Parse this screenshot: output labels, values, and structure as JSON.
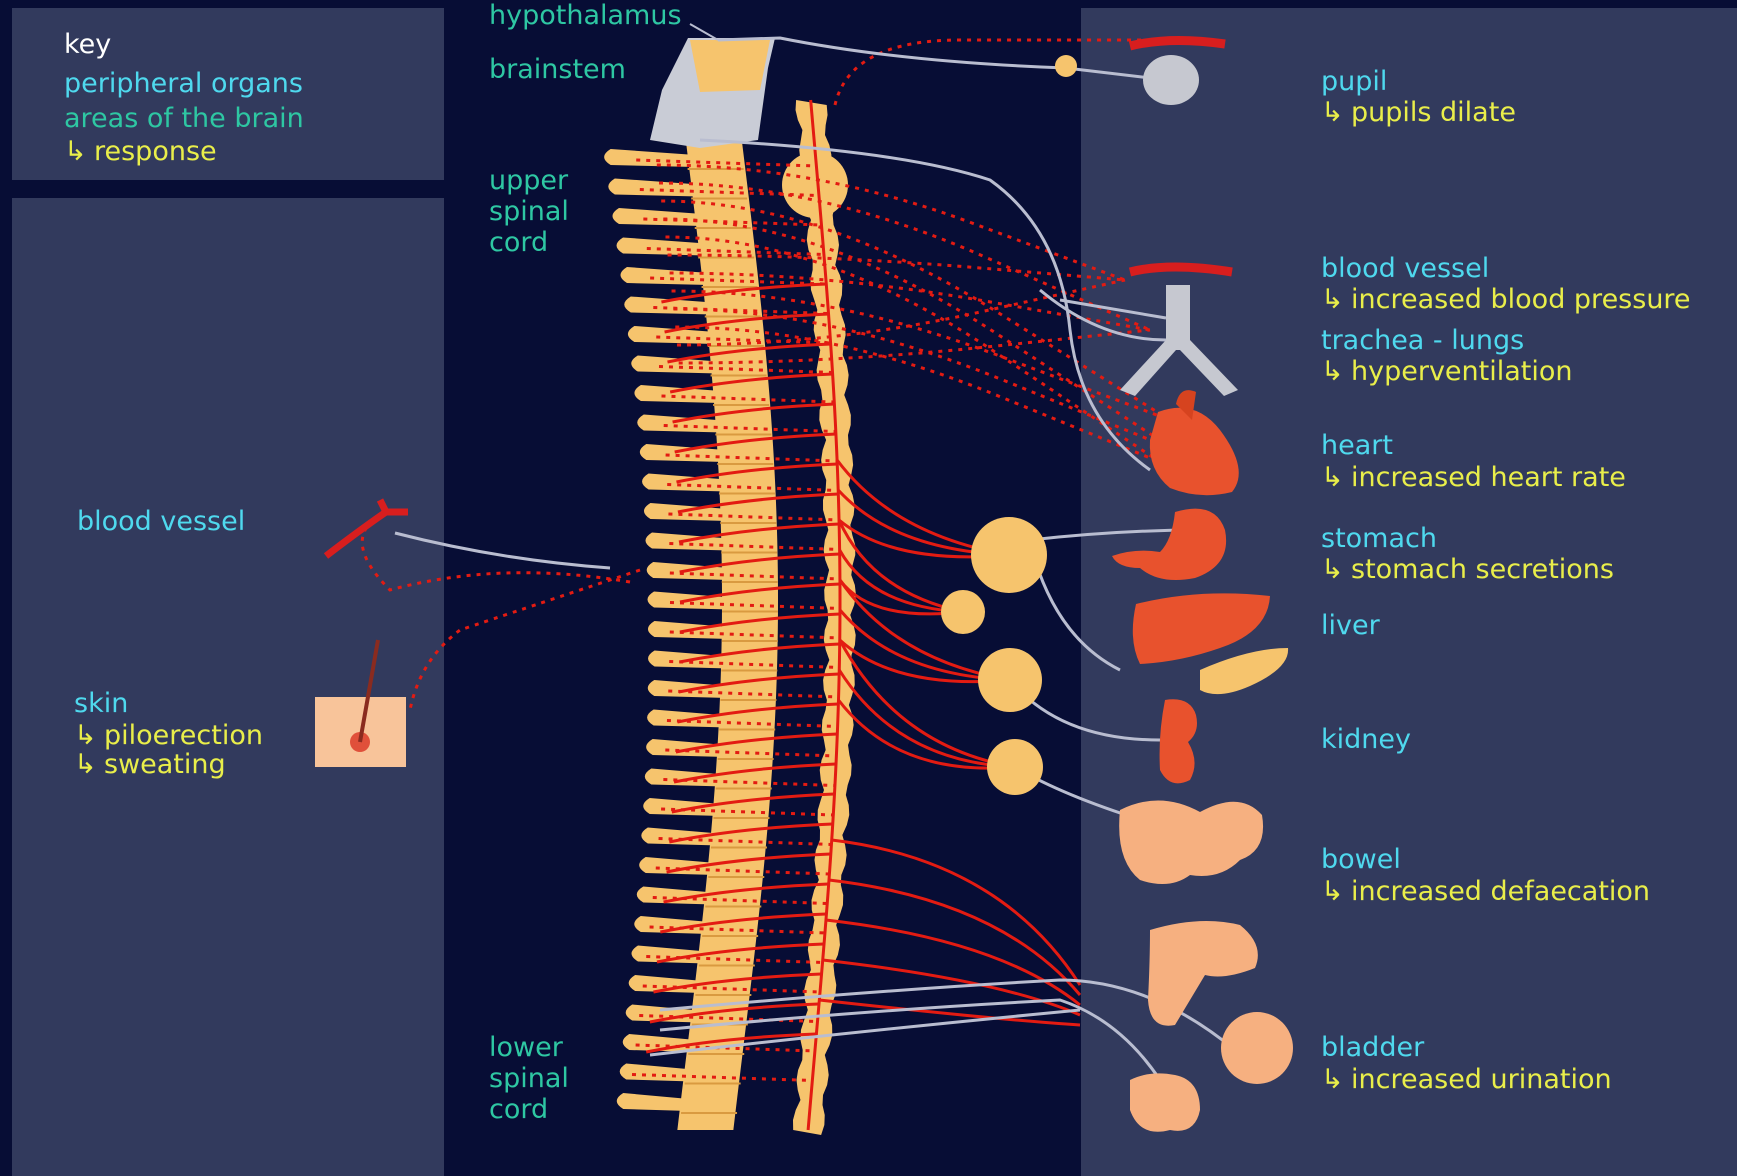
{
  "colors": {
    "background": "#070d35",
    "panel": "#323a5d",
    "organ_label": "#4fd9ee",
    "brain_label": "#2ec7a3",
    "response_label": "#e9ee4a",
    "nerve_sympathetic": "#e31b12",
    "nerve_gray": "#b9bdd0",
    "spine_bone": "#f6c46d"
  },
  "arrow_glyph": "↳",
  "key": {
    "title": "key",
    "peripheral_organs": "peripheral organs",
    "areas_of_brain": "areas of the brain",
    "response": "response"
  },
  "brain_areas": {
    "hypothalamus": "hypothalamus",
    "brainstem": "brainstem",
    "upper_spinal_cord": [
      "upper",
      "spinal",
      "cord"
    ],
    "lower_spinal_cord": [
      "lower",
      "spinal",
      "cord"
    ]
  },
  "left_targets": {
    "blood_vessel": "blood vessel",
    "skin": "skin",
    "skin_responses": [
      "piloerection",
      "sweating"
    ]
  },
  "right_targets": {
    "pupil": {
      "name": "pupil",
      "response": "pupils dilate"
    },
    "blood_vessel": {
      "name": "blood vessel",
      "response": "increased blood pressure"
    },
    "trachea": {
      "name": "trachea - lungs",
      "response": "hyperventilation"
    },
    "heart": {
      "name": "heart",
      "response": "increased heart rate"
    },
    "stomach": {
      "name": "stomach",
      "response": "stomach secretions"
    },
    "liver": {
      "name": "liver"
    },
    "kidney": {
      "name": "kidney"
    },
    "bowel": {
      "name": "bowel",
      "response": "increased defaecation"
    },
    "bladder": {
      "name": "bladder",
      "response": "increased urination"
    }
  }
}
